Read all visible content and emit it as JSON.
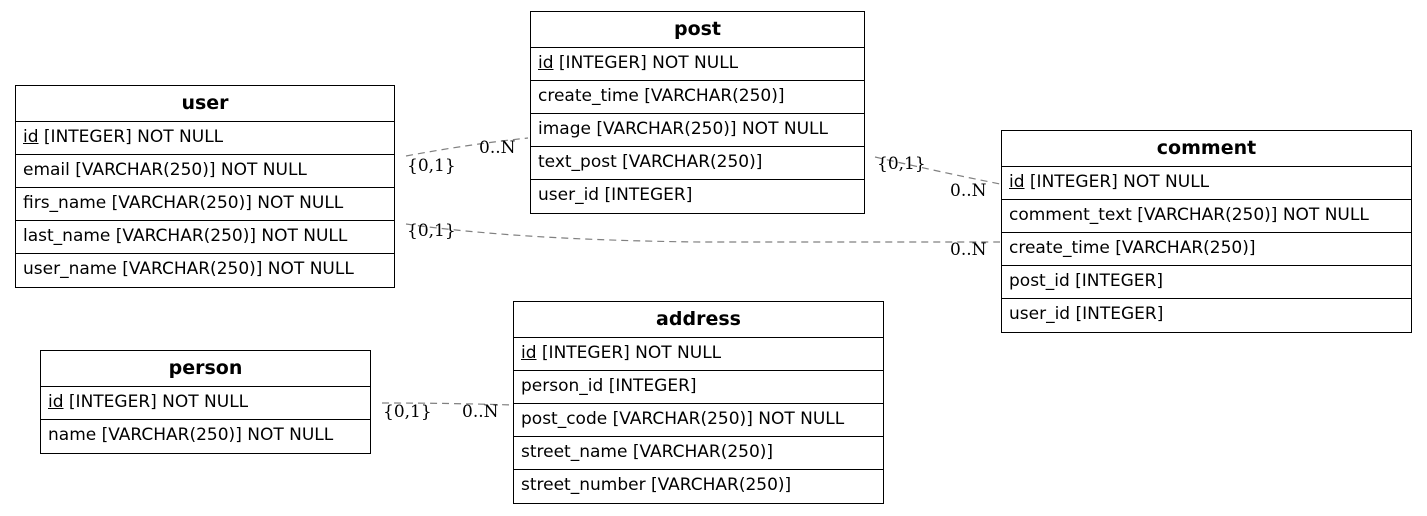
{
  "entities": {
    "user": {
      "name": "user",
      "pk": "id",
      "pk_rest": " [INTEGER] NOT NULL",
      "fields": [
        "email [VARCHAR(250)] NOT NULL",
        "firs_name [VARCHAR(250)] NOT NULL",
        "last_name [VARCHAR(250)] NOT NULL",
        "user_name [VARCHAR(250)] NOT NULL"
      ]
    },
    "post": {
      "name": "post",
      "pk": "id",
      "pk_rest": " [INTEGER] NOT NULL",
      "fields": [
        "create_time [VARCHAR(250)]",
        "image [VARCHAR(250)] NOT NULL",
        "text_post [VARCHAR(250)]",
        "user_id [INTEGER]"
      ]
    },
    "comment": {
      "name": "comment",
      "pk": "id",
      "pk_rest": " [INTEGER] NOT NULL",
      "fields": [
        "comment_text [VARCHAR(250)] NOT NULL",
        "create_time [VARCHAR(250)]",
        "post_id [INTEGER]",
        "user_id [INTEGER]"
      ]
    },
    "person": {
      "name": "person",
      "pk": "id",
      "pk_rest": " [INTEGER] NOT NULL",
      "fields": [
        "name [VARCHAR(250)] NOT NULL"
      ]
    },
    "address": {
      "name": "address",
      "pk": "id",
      "pk_rest": " [INTEGER] NOT NULL",
      "fields": [
        "person_id [INTEGER]",
        "post_code [VARCHAR(250)] NOT NULL",
        "street_name [VARCHAR(250)]",
        "street_number [VARCHAR(250)]"
      ]
    }
  },
  "relations": {
    "user_post": {
      "from": "user",
      "to": "post",
      "from_card": "{0,1}",
      "to_card": "0..N"
    },
    "user_comment": {
      "from": "user",
      "to": "comment",
      "from_card": "{0,1}",
      "to_card": "0..N"
    },
    "post_comment": {
      "from": "post",
      "to": "comment",
      "from_card": "{0,1}",
      "to_card": "0..N"
    },
    "person_address": {
      "from": "person",
      "to": "address",
      "from_card": "{0,1}",
      "to_card": "0..N"
    }
  },
  "colors": {
    "edge": "#808080",
    "border": "#000000"
  }
}
